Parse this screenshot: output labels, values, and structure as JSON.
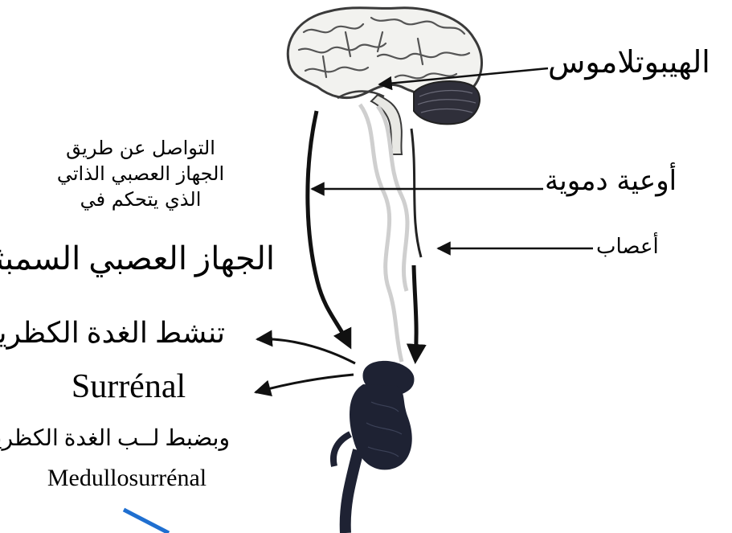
{
  "labels": {
    "hypothalamus": "الهيبوتلاموس",
    "blood_vessels": "أوعية دموية",
    "nerves": "أعصاب",
    "autonomic_line1": "التواصل عن طريق",
    "autonomic_line2": "الجهاز العصبي الذاتي",
    "autonomic_line3": "الذي يتحكم في",
    "sympathetic": "الجهاز العصبي السمبثاوي",
    "activates_adrenal": "تنشط الغدة الكظرية",
    "surrenal": "Surrénal",
    "regulates_medulla": "وبضبط لــب الغدة الكظرية",
    "medullosurrenal": "Medullosurrénal"
  },
  "colors": {
    "text": "#000000",
    "arrow": "#111111",
    "brain_outline": "#3a3a3a",
    "brain_fill": "#f2f2ef",
    "cerebellum": "#2f2f3a",
    "gland": "#1e2233",
    "accent_line": "#1f6fd0"
  },
  "icons": [
    "brain-illustration",
    "adrenal-gland-illustration"
  ]
}
